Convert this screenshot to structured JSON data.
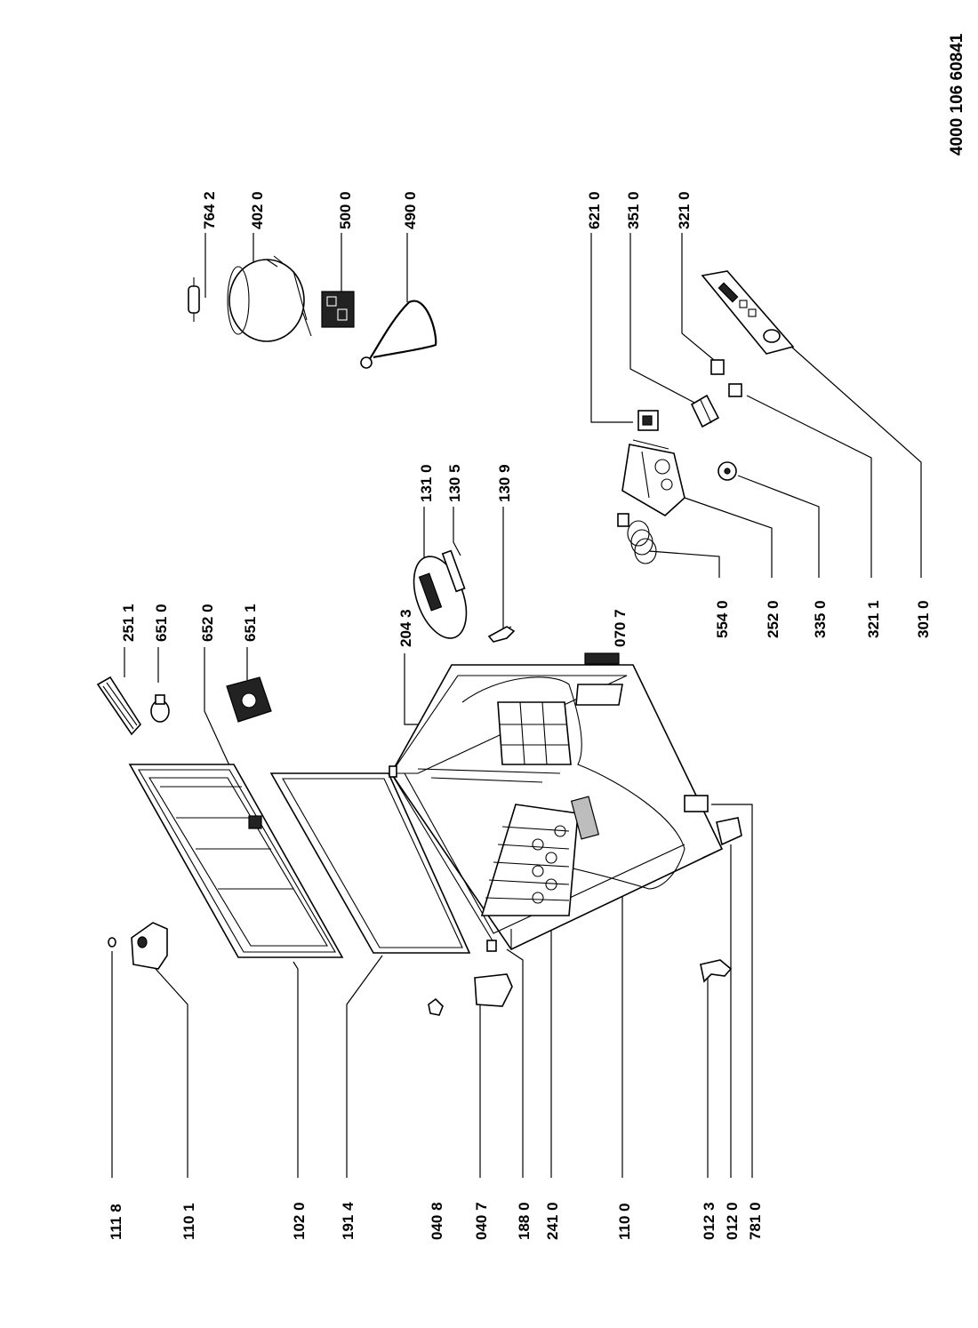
{
  "document_number": "4000 106 60841",
  "left_labels": [
    "111 8",
    "110 1",
    "102 0",
    "191 4",
    "040 8",
    "040 7",
    "188 0",
    "241 0",
    "110 0",
    "012 3",
    "012 0",
    "781 0"
  ],
  "top_labels": [
    "764 2",
    "402 0",
    "500 0",
    "490 0"
  ],
  "mid_top_labels": [
    "131 0",
    "130 5",
    "130 9"
  ],
  "mid_labels": [
    "251 1",
    "651 0",
    "652 0",
    "651 1",
    "204 3",
    "070 7"
  ],
  "right_top_labels": [
    "621 0",
    "351 0",
    "321 0"
  ],
  "right_bottom_labels": [
    "554 0",
    "252 0",
    "335 0",
    "321 1",
    "301 0"
  ]
}
